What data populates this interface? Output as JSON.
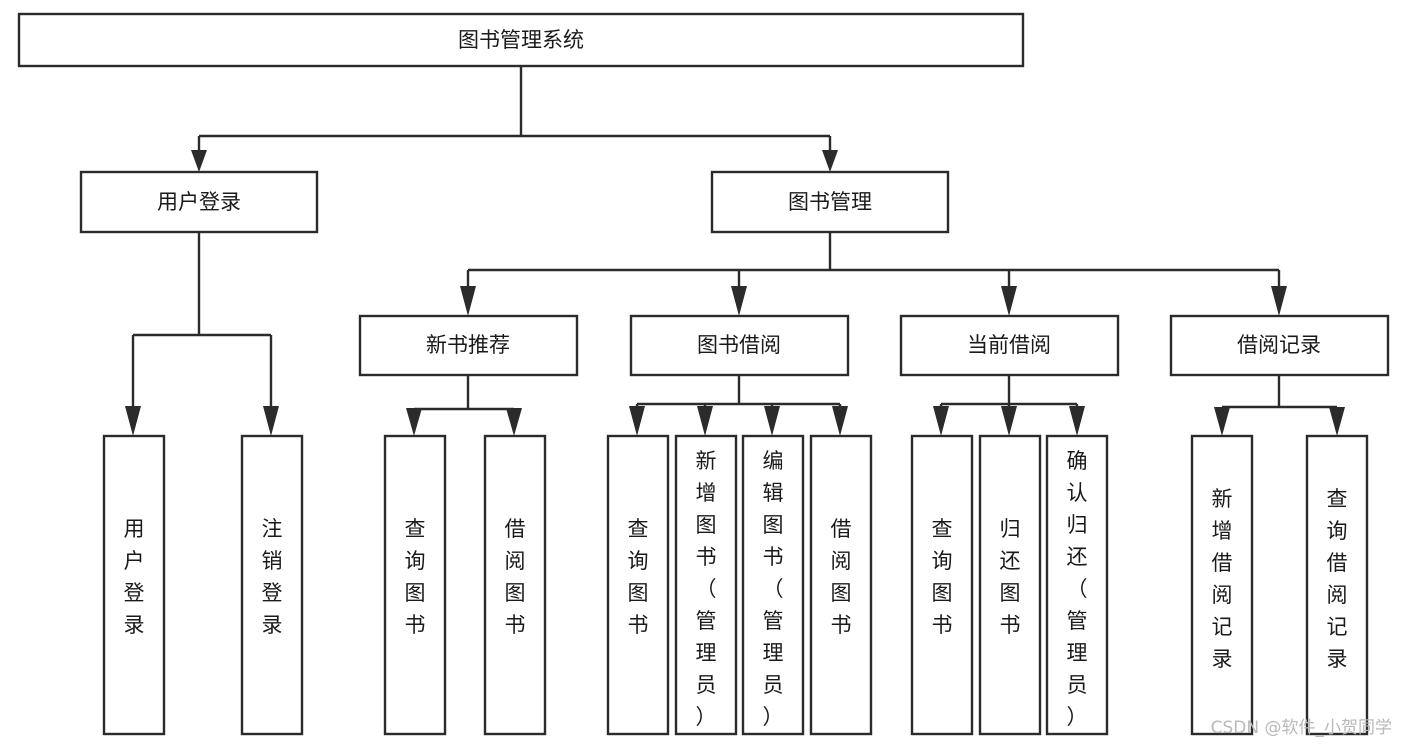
{
  "diagram": {
    "title": "图书管理系统",
    "type": "tree-hierarchy",
    "root": {
      "label": "图书管理系统"
    },
    "level1": [
      {
        "label": "用户登录"
      },
      {
        "label": "图书管理"
      }
    ],
    "level2": [
      {
        "label": "新书推荐",
        "parent": "图书管理"
      },
      {
        "label": "图书借阅",
        "parent": "图书管理"
      },
      {
        "label": "当前借阅",
        "parent": "图书管理"
      },
      {
        "label": "借阅记录",
        "parent": "图书管理"
      }
    ],
    "leaves": {
      "user_login": [
        {
          "label": "用户登录"
        },
        {
          "label": "注销登录"
        }
      ],
      "new_book_recommend": [
        {
          "label": "查询图书"
        },
        {
          "label": "借阅图书"
        }
      ],
      "book_borrow": [
        {
          "label": "查询图书"
        },
        {
          "label": "新增图书（管理员）"
        },
        {
          "label": "编辑图书（管理员）"
        },
        {
          "label": "借阅图书"
        }
      ],
      "current_borrow": [
        {
          "label": "查询图书"
        },
        {
          "label": "归还图书"
        },
        {
          "label": "确认归还（管理员）"
        }
      ],
      "borrow_record": [
        {
          "label": "新增借阅记录"
        },
        {
          "label": "查询借阅记录"
        }
      ]
    }
  },
  "watermark": {
    "text": "CSDN @软件_小贺同学"
  },
  "colors": {
    "background": "#ffffff",
    "box_fill": "#ffffff",
    "box_stroke": "#2b2b2b",
    "text": "#1a1a1a",
    "watermark": "#b9b9b9"
  }
}
